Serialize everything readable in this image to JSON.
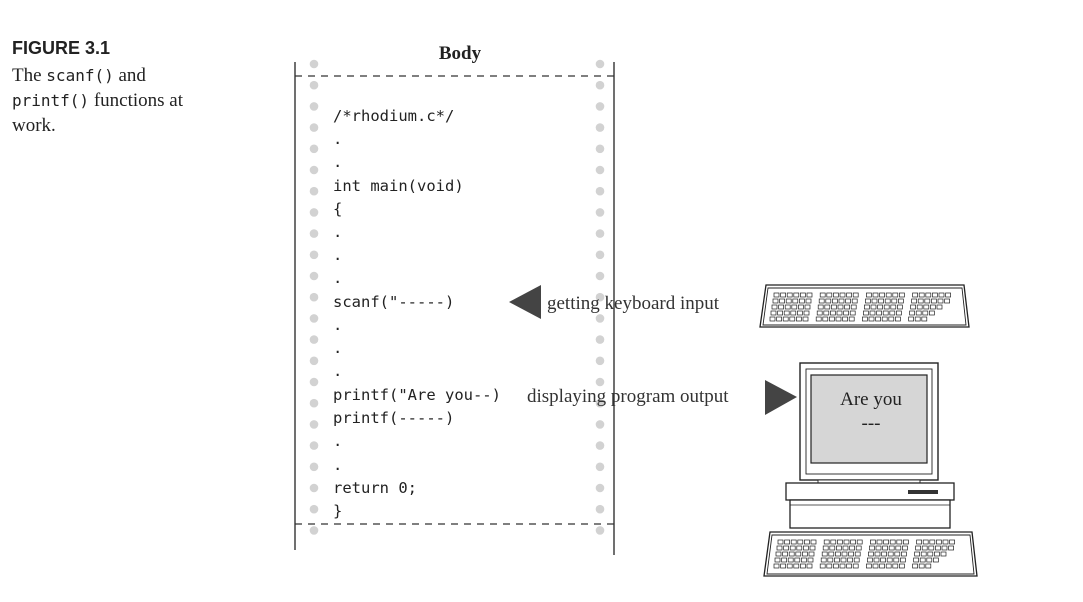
{
  "caption": {
    "figure_label": "FIGURE 3.1",
    "line1_pre": "The ",
    "line1_code": "scanf()",
    "line1_post": " and",
    "line2_code": "printf()",
    "line2_post": " functions at",
    "line3": "work."
  },
  "body_title": "Body",
  "code_lines": [
    "/*rhodium.c*/",
    ".",
    ".",
    "int main(void)",
    "{",
    ".",
    ".",
    ".",
    "scanf(\"-----)",
    ".",
    ".",
    ".",
    "printf(\"Are you--)",
    "printf(-----)",
    ".",
    ".",
    "return 0;",
    "}"
  ],
  "labels": {
    "input": "getting keyboard input",
    "output": "displaying program output"
  },
  "screen": {
    "line1": "Are you",
    "line2": "---"
  }
}
